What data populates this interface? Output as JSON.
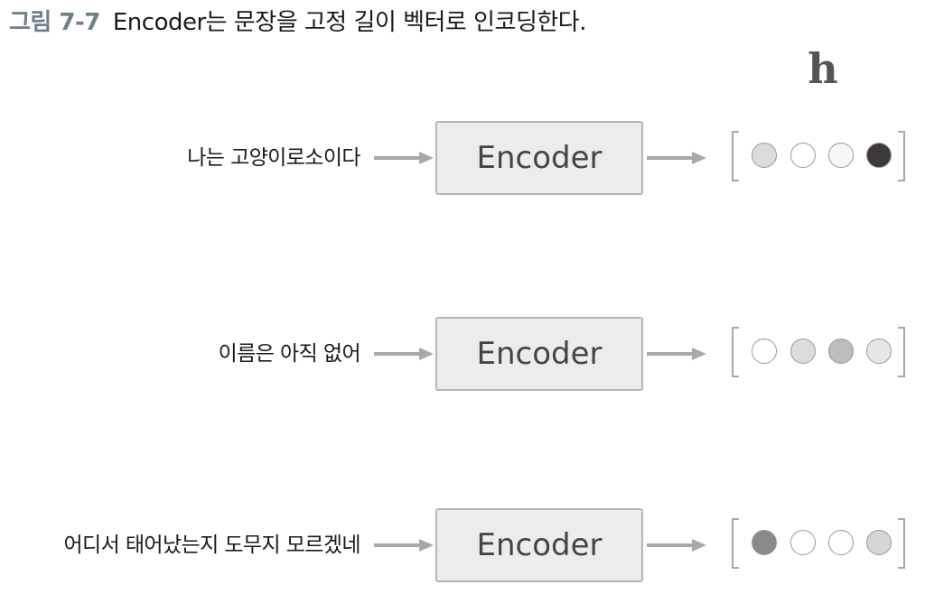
{
  "caption": {
    "label": "그림 7-7",
    "text": "Encoder는 문장을 고정 길이 벡터로 인코딩한다."
  },
  "vector_title": "h",
  "encoder_label": "Encoder",
  "rows": [
    {
      "sentence": "나는 고양이로소이다",
      "vector_colors": [
        "#dcdcdc",
        "#ffffff",
        "#f7f7f7",
        "#3e3a39"
      ]
    },
    {
      "sentence": "이름은 아직 없어",
      "vector_colors": [
        "#ffffff",
        "#dcdcdc",
        "#bdbdbd",
        "#e6e6e6"
      ]
    },
    {
      "sentence": "어디서 태어났는지 도무지 모르겠네",
      "vector_colors": [
        "#8a8a8a",
        "#ffffff",
        "#ffffff",
        "#d6d6d6"
      ]
    }
  ]
}
